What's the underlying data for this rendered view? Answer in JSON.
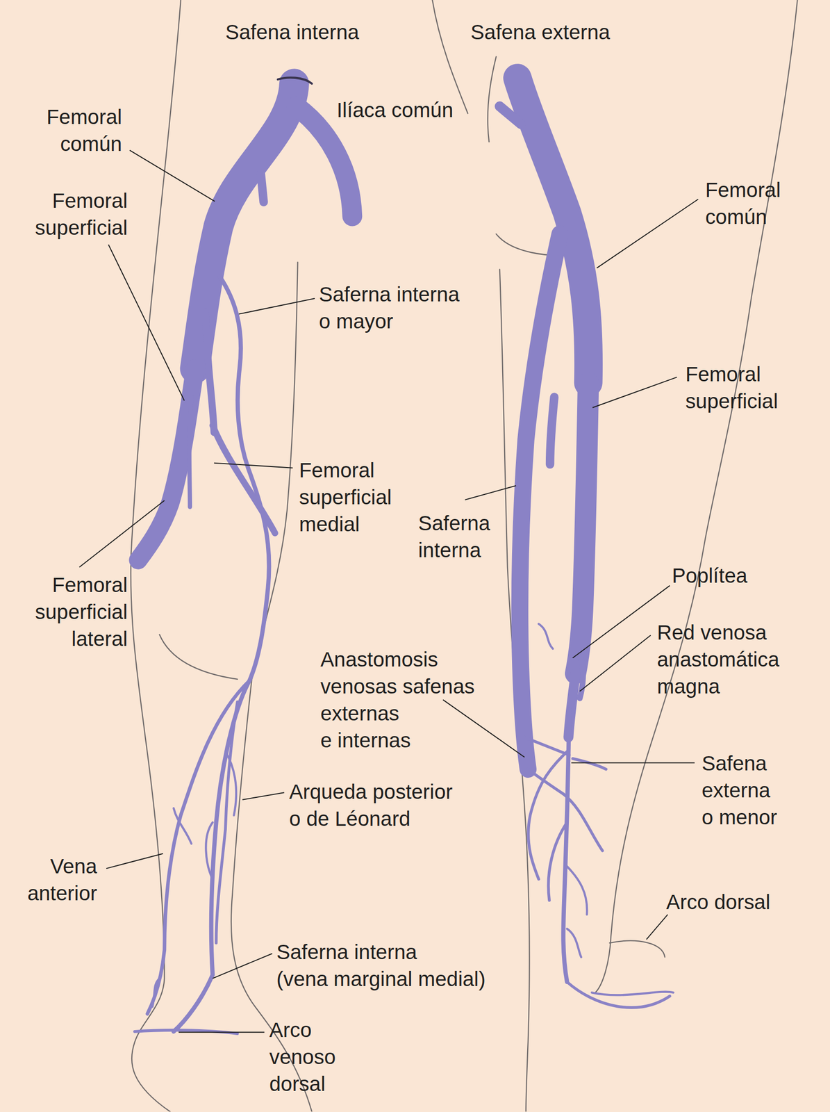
{
  "diagram": {
    "labels": [
      "Safena interna",
      "Safena externa",
      "Ilíaca común",
      "Femoral común",
      "Femoral común",
      "Femoral superficial",
      "Saferna interna o mayor",
      "Femoral superficial",
      "Femoral superficial medial",
      "Saferna interna",
      "Poplítea",
      "Femoral superficial lateral",
      "Red venosa anastomática magna",
      "Anastomosis venosas safenas externas e internas",
      "Safena externa o menor",
      "Arqueda posterior o de Léonard",
      "Vena anterior",
      "Arco dorsal",
      "Saferna interna (vena marginal medial)",
      "Arco venoso dorsal"
    ]
  }
}
